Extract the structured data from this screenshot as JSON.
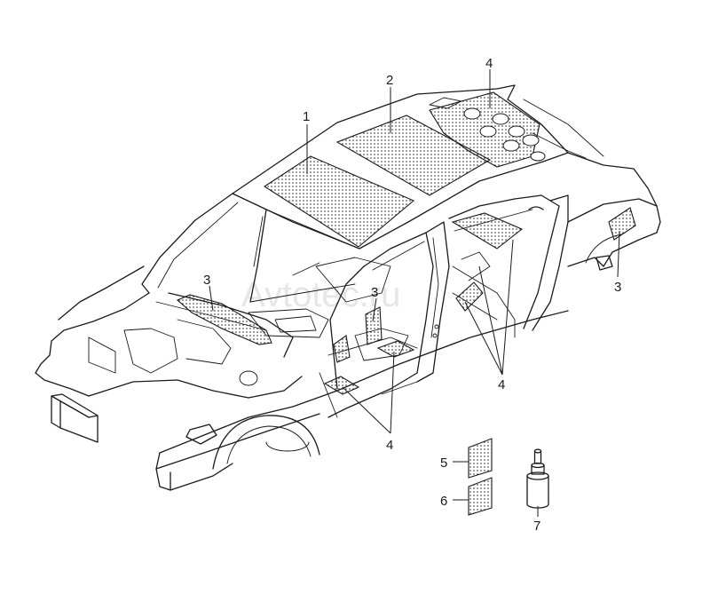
{
  "callouts": {
    "c1": "1",
    "c2": "2",
    "c3_front": "3",
    "c3_pillar": "3",
    "c3_rear": "3",
    "c4_roof": "4",
    "c4_floor": "4",
    "c4_side": "4",
    "c5": "5",
    "c6": "6",
    "c7": "7"
  },
  "watermark": "Avtotec.ru",
  "colors": {
    "line": "#1a1a1a",
    "background": "#ffffff"
  }
}
